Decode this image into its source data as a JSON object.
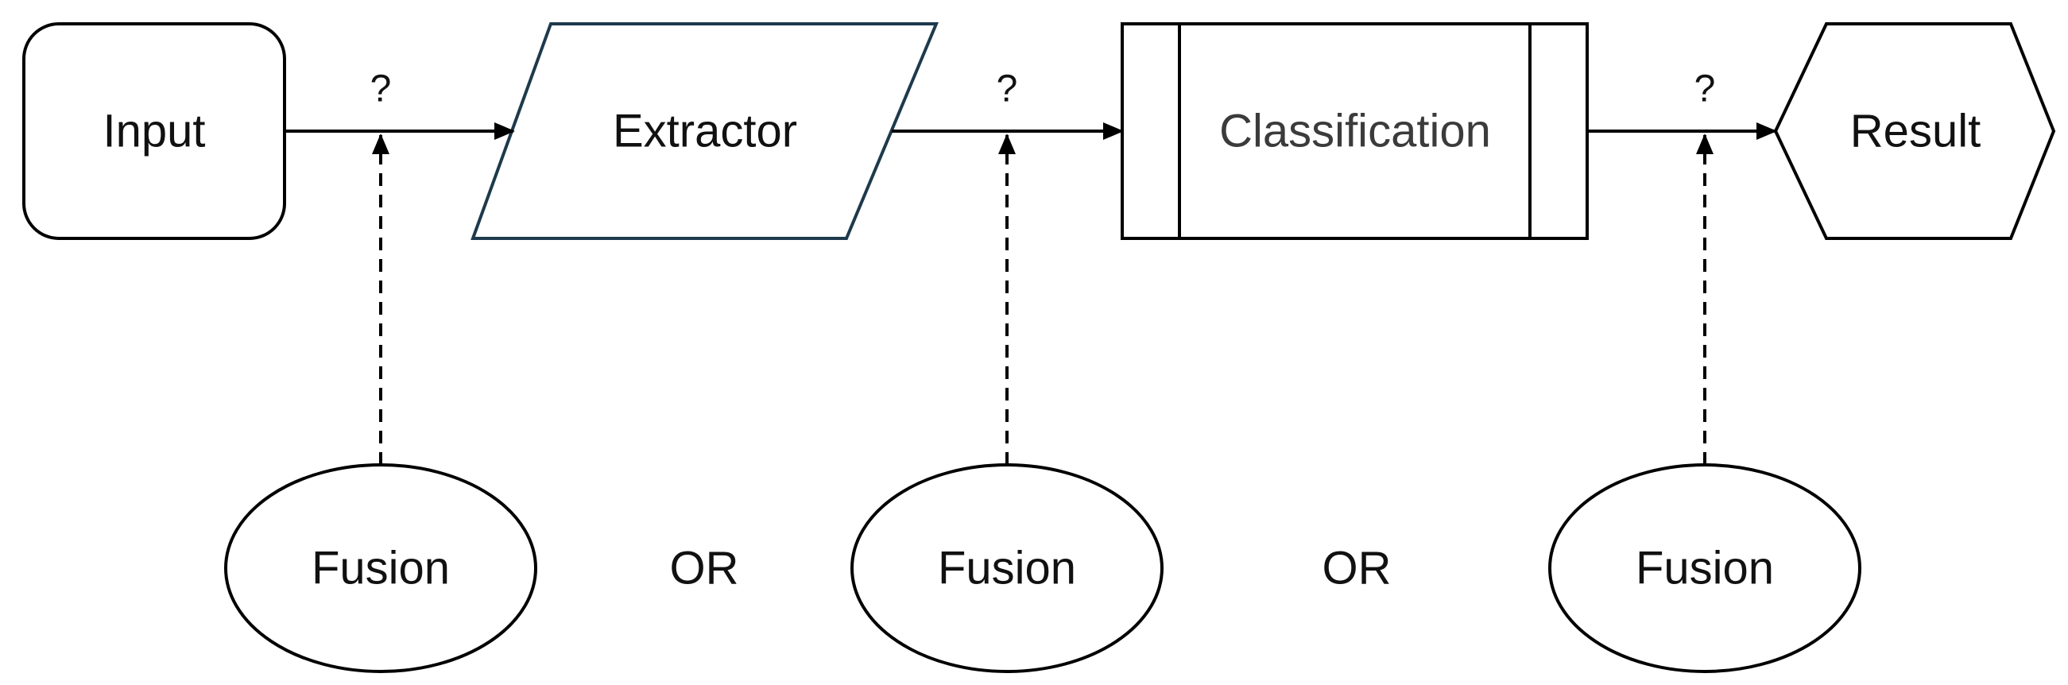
{
  "nodes": {
    "input": "Input",
    "extractor": "Extractor",
    "classification": "Classification",
    "result": "Result"
  },
  "connectors": {
    "q1": "?",
    "q2": "?",
    "q3": "?"
  },
  "fusion": {
    "f1": "Fusion",
    "f2": "Fusion",
    "f3": "Fusion"
  },
  "separators": {
    "or1": "OR",
    "or2": "OR"
  }
}
